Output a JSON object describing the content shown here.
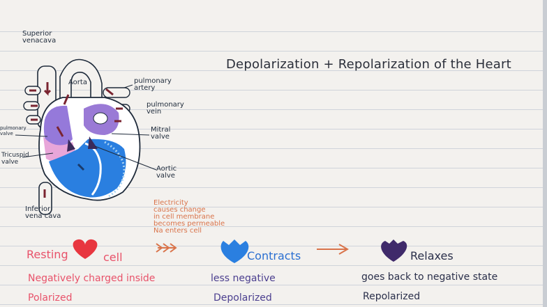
{
  "title": "Depolarization + Repolarization of the Heart",
  "labels": {
    "superior_vena_cava": [
      "Superior",
      "venacava"
    ],
    "aorta": "Aorta",
    "pulmonary_artery": [
      "pulmonary",
      "artery"
    ],
    "pulmonary_vein": [
      "pulmonary",
      "vein"
    ],
    "mitral_valve": [
      "Mitral",
      "valve"
    ],
    "aortic_valve": [
      "Aortic",
      "valve"
    ],
    "pulmonary_valve": [
      "pulmonary",
      "valve"
    ],
    "tricuspid_valve": [
      "Tricuspid",
      "valve"
    ],
    "inferior_vena_cava": [
      "Inferior",
      "vena cava"
    ]
  },
  "annotation": [
    "Electricity",
    "causes change",
    "in cell membrane",
    "becomes permeable",
    "Na enters cell"
  ],
  "states": [
    {
      "name": "Resting",
      "suffix": "cell",
      "description": "Negatively charged inside",
      "state": "Polarized"
    },
    {
      "name": "Contracts",
      "description": "less negative",
      "state": "Depolarized"
    },
    {
      "name": "Relaxes",
      "description": "goes back to negative state",
      "state": "Repolarized"
    }
  ],
  "colors": {
    "resting": "#e8363f",
    "contracts": "#2a7fe0",
    "relaxes": "#3f2a6a",
    "ink": "#1e2a3a",
    "annotation": "#d9734a"
  }
}
